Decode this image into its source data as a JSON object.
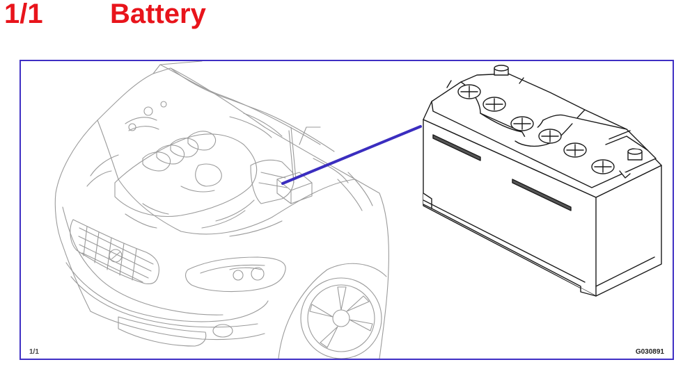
{
  "header": {
    "page_indicator": "1/1",
    "title": "Battery",
    "title_color": "#e8141b"
  },
  "figure": {
    "page_number": "1/1",
    "figure_code": "G030891",
    "frame_color": "#3f2fc4",
    "leader_color": "#3a2dbf"
  }
}
